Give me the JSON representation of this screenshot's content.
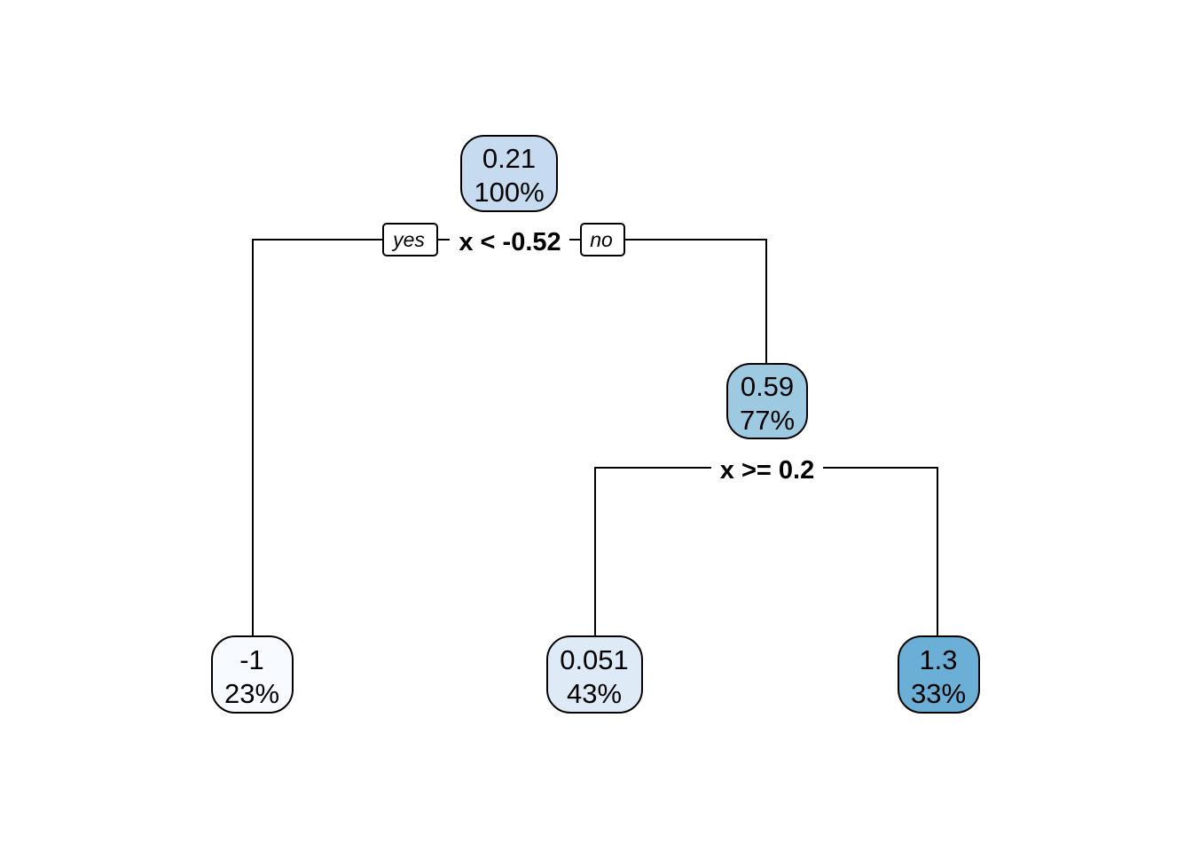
{
  "tree": {
    "root": {
      "value": "0.21",
      "percent": "100%",
      "color": "#c6dbef",
      "split": "x < -0.52",
      "yes_label": "yes",
      "no_label": "no"
    },
    "node2": {
      "value": "0.59",
      "percent": "77%",
      "color": "#9ecae1",
      "split": "x >= 0.2"
    },
    "leaf_left": {
      "value": "-1",
      "percent": "23%",
      "color": "#f7fbff"
    },
    "leaf_mid": {
      "value": "0.051",
      "percent": "43%",
      "color": "#deebf7"
    },
    "leaf_right": {
      "value": "1.3",
      "percent": "33%",
      "color": "#6baed6"
    }
  }
}
